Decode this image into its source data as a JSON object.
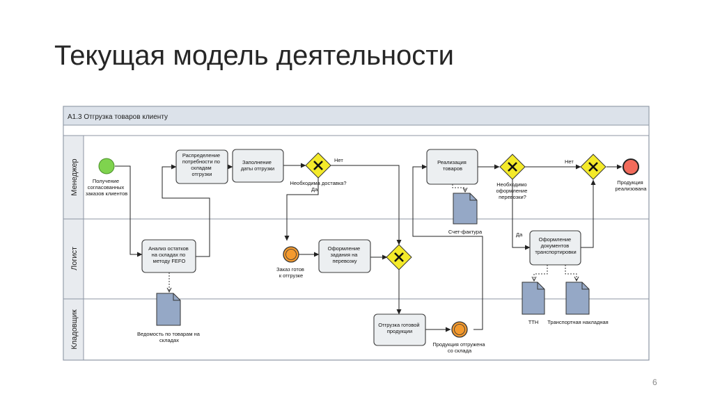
{
  "slide": {
    "title": "Текущая модель деятельности",
    "page_number": "6"
  },
  "diagram": {
    "pool_title": "А1.3 Отгрузка товаров клиенту",
    "lanes": [
      "Менеджер",
      "Логист",
      "Кладовщик"
    ],
    "tasks": {
      "distribute": [
        "Распределение",
        "потребности по",
        "складам",
        "отгрузки"
      ],
      "fill_date": [
        "Заполнение",
        "даты отгрузки"
      ],
      "realization": [
        "Реализация",
        "товаров"
      ],
      "analysis": [
        "Анализ остатков",
        "на складах по",
        "методу FEFO"
      ],
      "assignment": [
        "Оформление",
        "задания на",
        "перевозку"
      ],
      "documents": [
        "Оформление",
        "документов",
        "транспортировки"
      ],
      "shipment": [
        "Отгрузка готовой",
        "продукции"
      ]
    },
    "events": {
      "start": [
        "Получение",
        "согласованных",
        "заказов клиентов"
      ],
      "order_ready": [
        "Заказ готов",
        "к отгрузке"
      ],
      "shipped": [
        "Продукция отгружена",
        "со склада"
      ],
      "end": [
        "Продукция",
        "реализована"
      ]
    },
    "gateways": {
      "delivery": [
        "Необходима доставка?"
      ],
      "transport": [
        "Необходимо",
        "оформление",
        "перевозки?"
      ]
    },
    "flow_labels": {
      "no1": "Нет",
      "yes1": "Да",
      "no2": "Нет",
      "yes2": "Да"
    },
    "documents": {
      "invoice": "Счет-фактура",
      "stock_sheet": [
        "Ведомость по товарам на",
        "складах"
      ],
      "ttn": "ТТН",
      "waybill": "Транспортная накладная"
    },
    "colors": {
      "task_fill": "#eceff1",
      "gateway_fill": "#f4ea2a",
      "start_fill": "#7fd34e",
      "intermediate_fill": "#f49a2e",
      "end_fill": "#f26b5b",
      "doc_fill": "#95a8c6",
      "header_fill": "#dce2ea",
      "lane_header_fill": "#e8ebef"
    }
  }
}
